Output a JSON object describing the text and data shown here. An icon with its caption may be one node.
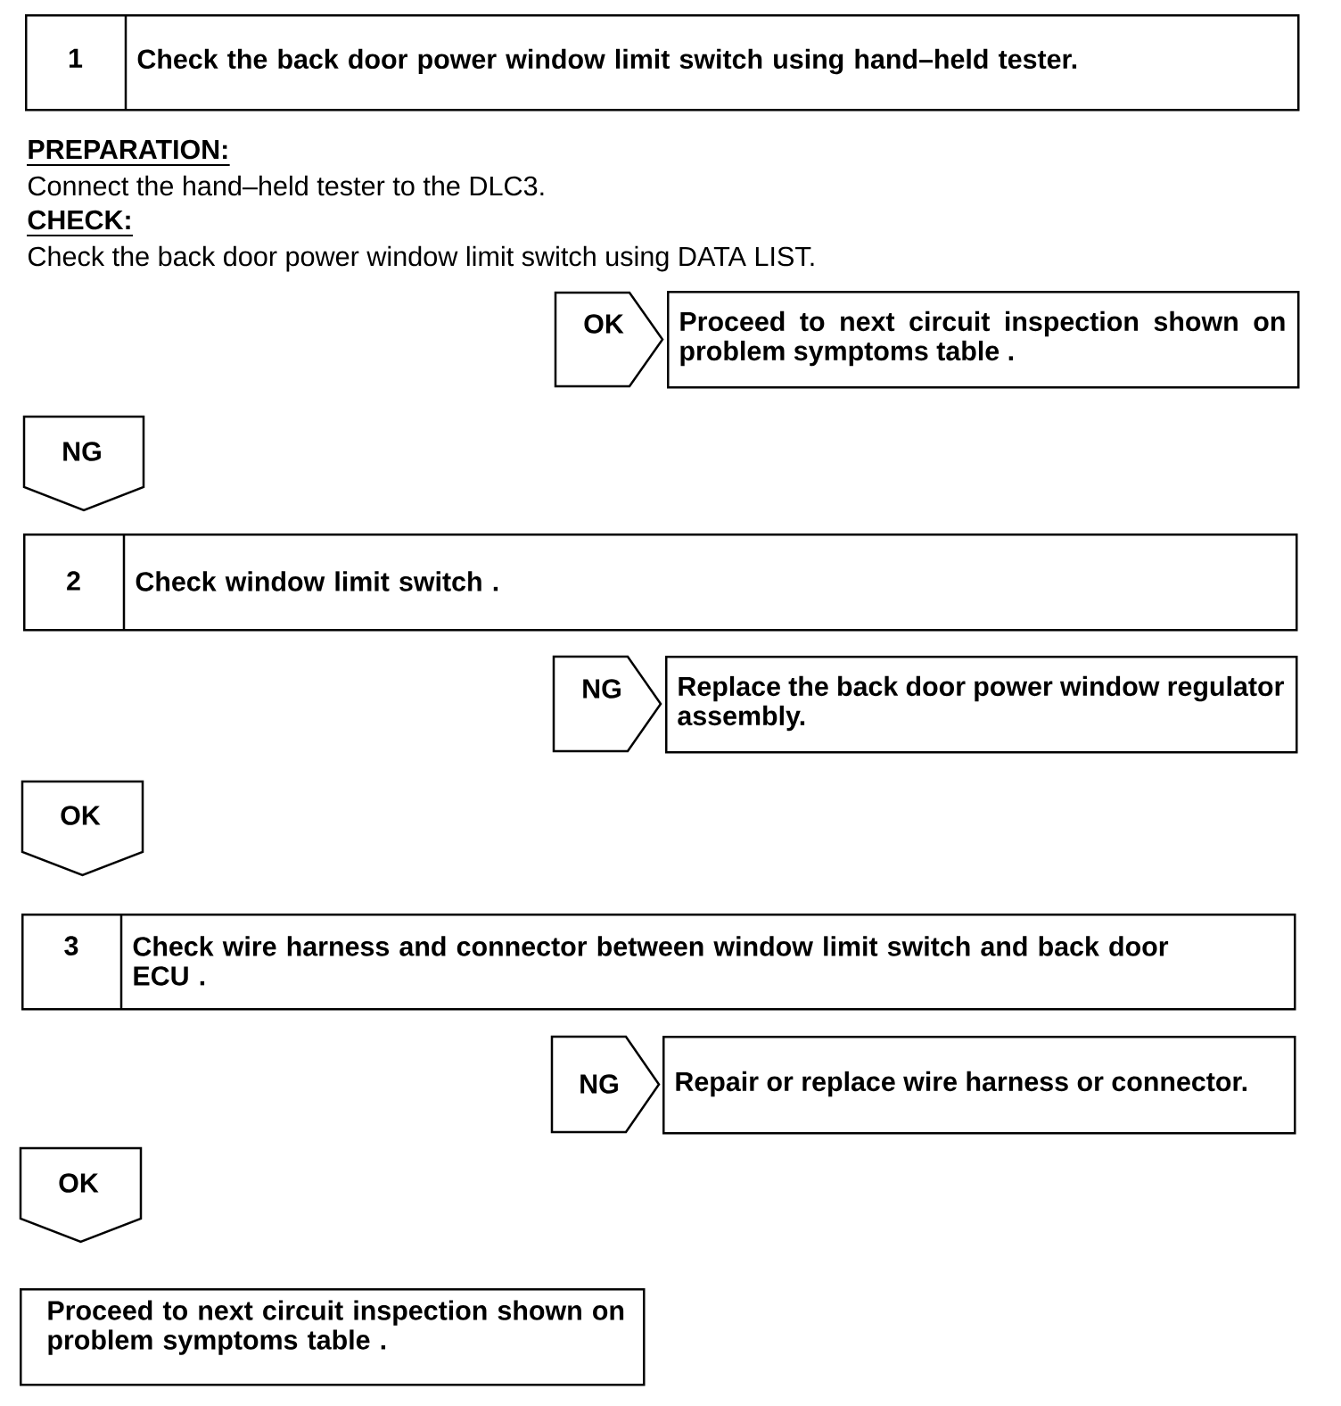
{
  "diagram": {
    "nodes": [
      {
        "text": [
          "1",
          "Check the back door power window limit switch using hand–held tester."
        ]
      },
      {
        "text": [
          "OK"
        ]
      },
      {
        "text": [
          "Proceed to next circuit inspection shown on problem symptoms table ."
        ]
      },
      {
        "text": [
          "NG"
        ]
      },
      {
        "text": [
          "2",
          "Check window limit switch ."
        ]
      },
      {
        "text": [
          "NG"
        ]
      },
      {
        "text": [
          "Replace the back door power window regulator assembly."
        ]
      },
      {
        "text": [
          "OK"
        ]
      },
      {
        "text": [
          "3",
          "Check wire harness and connector between window limit switch and back door ECU ."
        ]
      },
      {
        "text": [
          "NG"
        ]
      },
      {
        "text": [
          "Repair or replace wire harness or connector."
        ]
      },
      {
        "text": [
          "OK"
        ]
      },
      {
        "text": [
          "Proceed to next circuit inspection shown on problem symptoms table ."
        ]
      }
    ],
    "labels": [
      "PREPARATION:",
      "Connect the hand–held tester to the DLC3.",
      "CHECK:",
      "Check the back door power window limit switch using DATA LIST."
    ]
  }
}
